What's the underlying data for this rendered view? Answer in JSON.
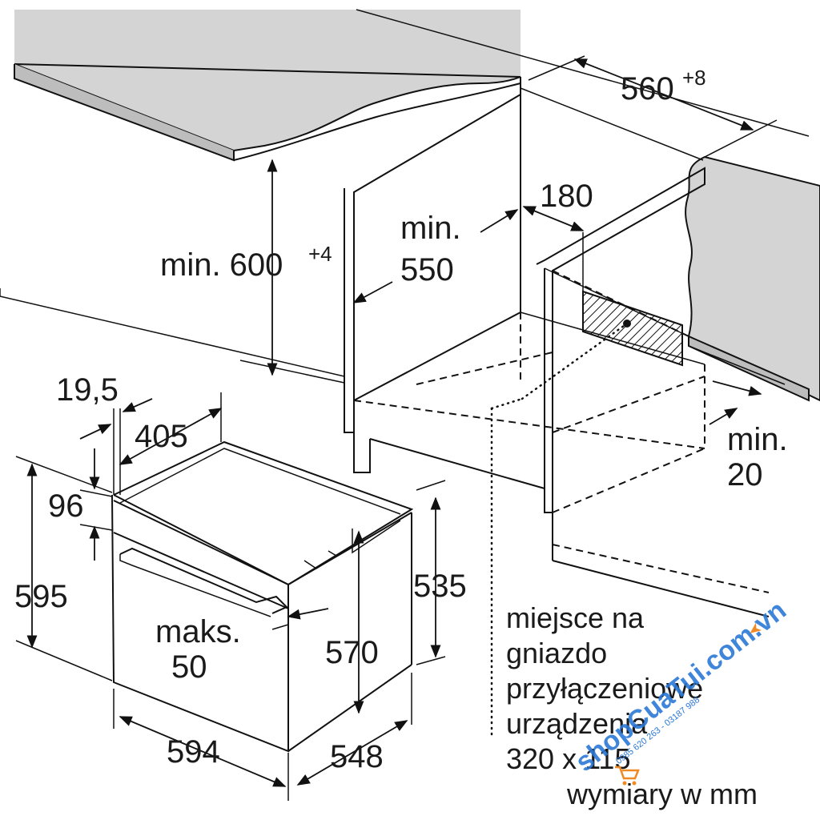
{
  "labels": {
    "w560": "560",
    "w560_tol": "+8",
    "h600": "min. 600",
    "h600_tol": "+4",
    "d550_a": "min.",
    "d550_b": "550",
    "d180": "180",
    "d19_5": "19,5",
    "d405": "405",
    "d96": "96",
    "d595": "595",
    "d535": "535",
    "d570": "570",
    "maks_a": "maks.",
    "maks_b": "50",
    "d594": "594",
    "d548": "548",
    "min20_a": "min.",
    "min20_b": "20"
  },
  "note": {
    "line1": "miejsce na",
    "line2": "gniazdo",
    "line3": "przyłączeniowe",
    "line4": "urządzenia",
    "line5": "320 x 115"
  },
  "units": "wymiary w mm",
  "watermark": {
    "brand": "shopCuaTui.com.vn",
    "phone": "0985 620 263 - 03187 988"
  },
  "colors": {
    "worktop": "#d4d4d4",
    "watermark": "#2b78d6",
    "line": "#111111"
  }
}
